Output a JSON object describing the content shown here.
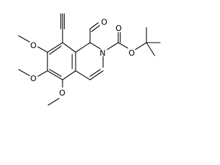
{
  "molecule": {
    "atoms": {
      "ring_nitrogen": "N",
      "aldehyde_oxygen": "O",
      "carbamate_carbonyl_oxygen": "O",
      "carbamate_ester_oxygen": "O",
      "methoxy_7_oxygen": "O",
      "methoxy_6_oxygen": "O",
      "methoxy_5_oxygen": "O"
    }
  }
}
